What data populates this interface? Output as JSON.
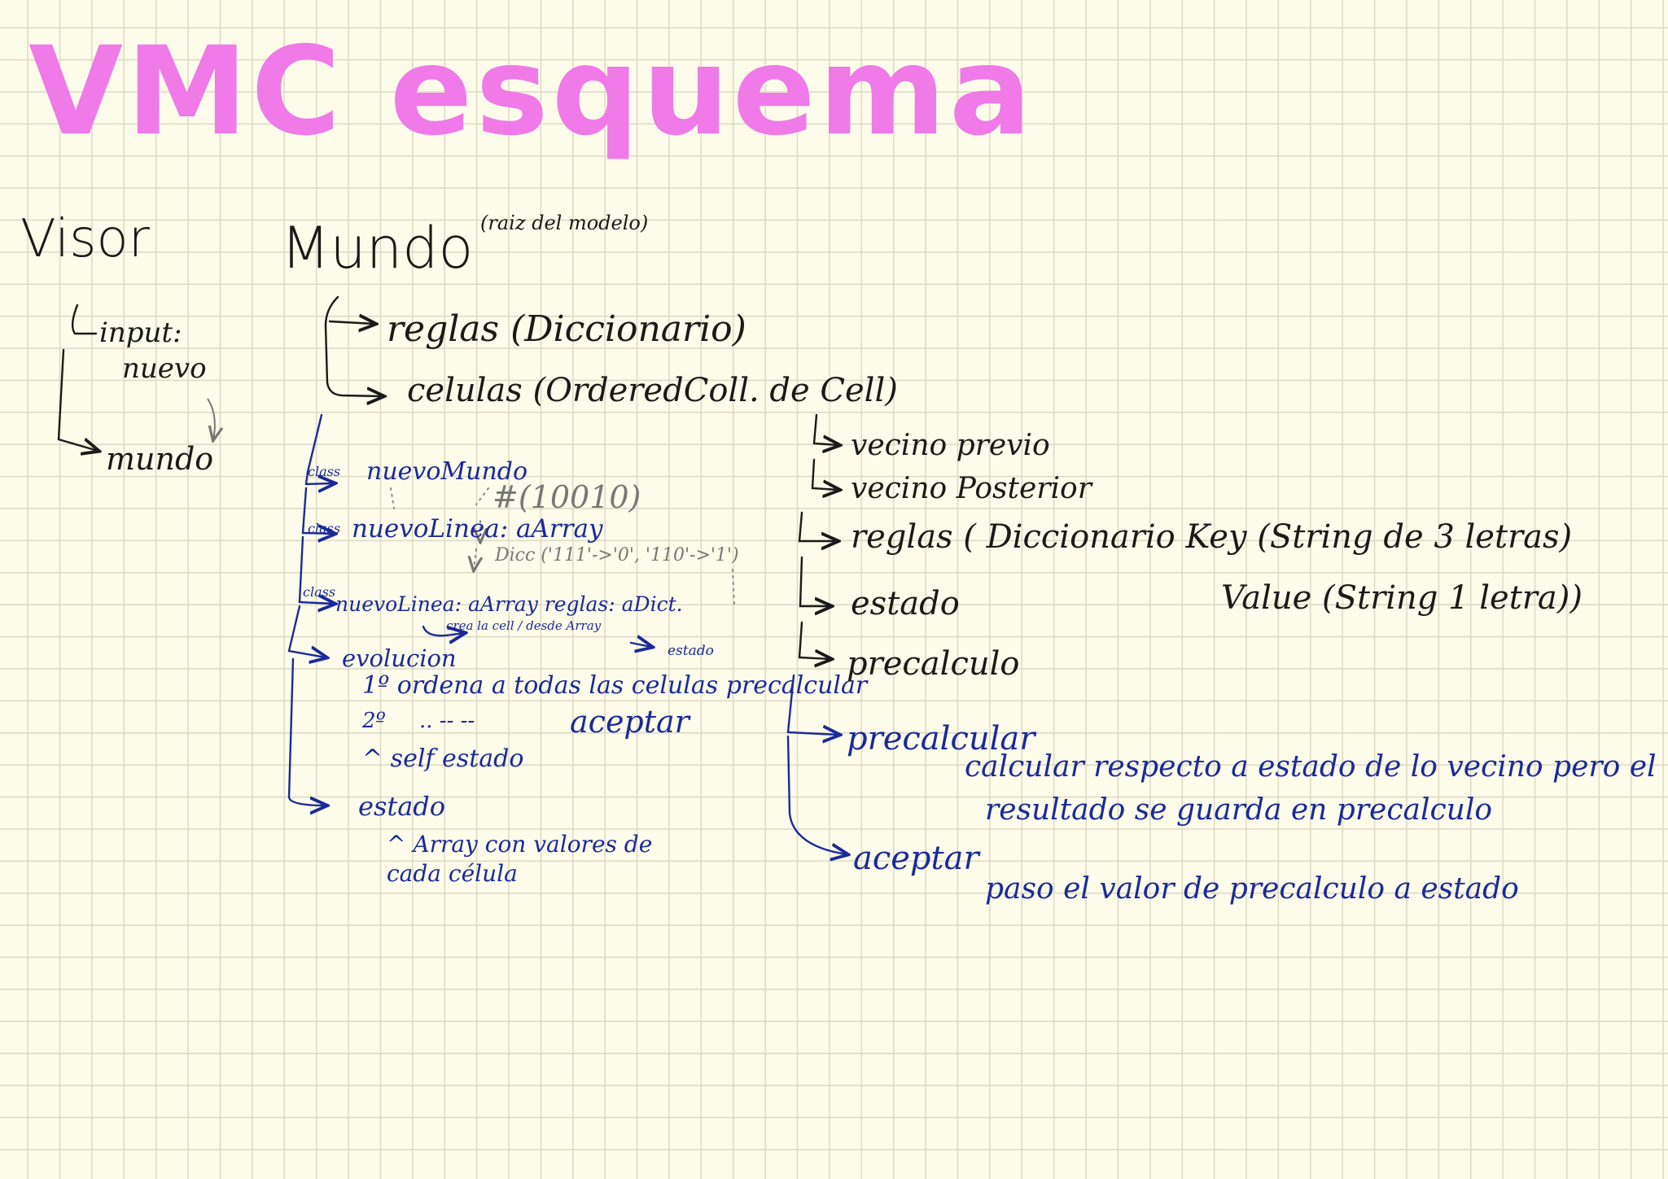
{
  "title": "VMC esquema",
  "colors": {
    "title": "#f07ae8",
    "ink_black": "#1a1a1a",
    "ink_blue": "#1a2a9a",
    "ink_gray": "#777777",
    "grid": "#dcd9c4",
    "paper": "#fdfbe9"
  },
  "vista": {
    "label": "Visor",
    "children": [
      "input:",
      "nuevo",
      "mundo"
    ]
  },
  "mundo": {
    "label": "Mundo",
    "note": "(raiz del modelo)",
    "children": [
      "reglas (Diccionario)",
      "celulas (OrderedColl. de Cell)"
    ],
    "class_methods": [
      {
        "tag": "class",
        "label": "nuevoMundo",
        "note": "#(10010)"
      },
      {
        "tag": "class",
        "label": "nuevoLinea: aArray",
        "note": "Dicc ('111'->'0', '110'->'1')"
      },
      {
        "tag": "class",
        "label": "nuevoLinea: aArray reglas: aDict.",
        "sub": [
          "crea la cell / desde Array",
          "estado"
        ]
      }
    ],
    "evolucion": {
      "label": "evolucion",
      "steps": [
        "1º ordena a todas las celulas precalcular",
        "2º",
        "aceptar"
      ],
      "returns": "^ self estado"
    },
    "estado": {
      "label": "estado",
      "returns": "^ Array con valores de cada célula"
    }
  },
  "cell": {
    "attributes": [
      "vecino previo",
      "vecino Posterior",
      "reglas ( Diccionario Key (String de 3 letras)",
      "Value (String 1 letra))",
      "estado",
      "precalculo"
    ],
    "methods": [
      {
        "label": "precalcular",
        "desc": [
          "calcular respecto a estado de lo vecino pero el",
          "resultado se guarda en precalculo"
        ]
      },
      {
        "label": "aceptar",
        "desc": [
          "paso el valor de precalculo a estado"
        ]
      }
    ]
  }
}
